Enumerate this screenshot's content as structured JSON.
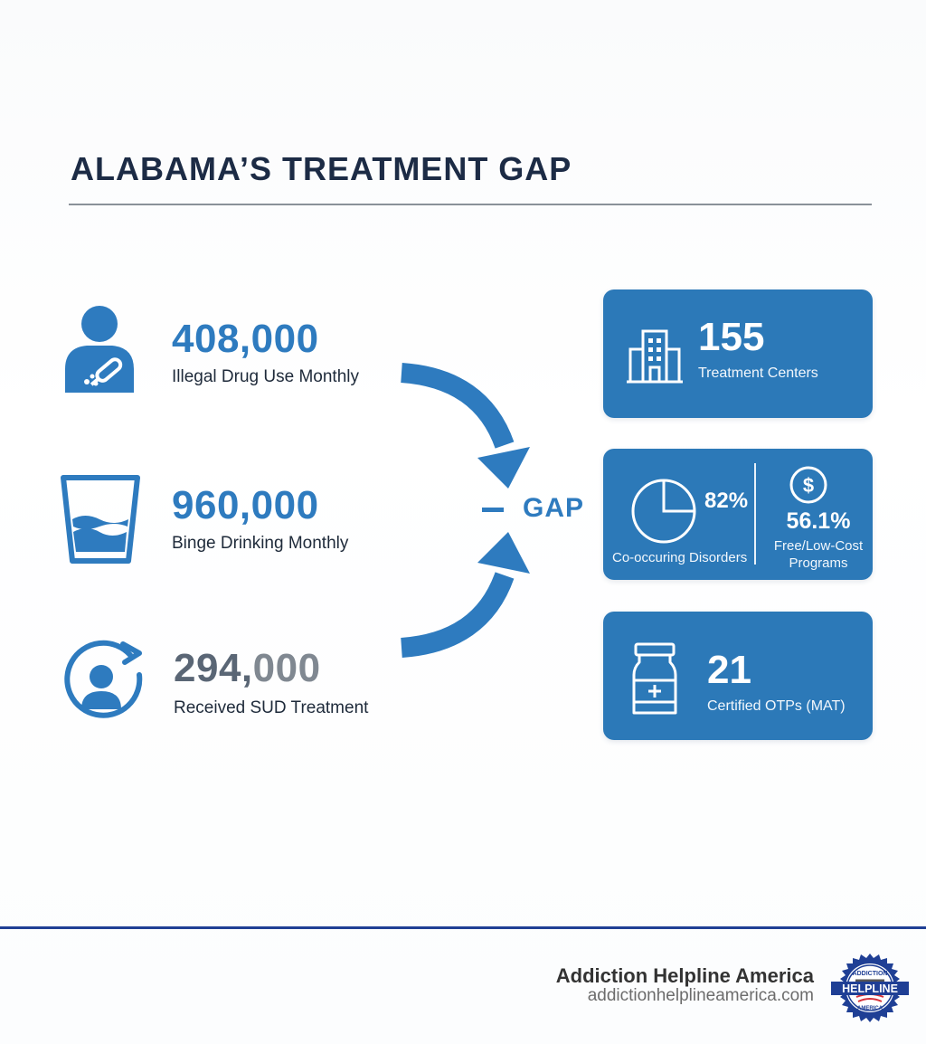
{
  "title": "ALABAMA’S TREATMENT GAP",
  "colors": {
    "title": "#1c2b45",
    "accent_blue": "#2e7bbf",
    "card_blue": "#2c79b8",
    "muted_gray": "#5a6675",
    "footer_rule": "#1f3f95"
  },
  "left_stats": [
    {
      "icon": "person-syringe-icon",
      "value": "408,000",
      "label": "Illegal Drug Use Monthly"
    },
    {
      "icon": "glass-water-icon",
      "value": "960,000",
      "label": "Binge Drinking Monthly"
    },
    {
      "icon": "person-cycle-icon",
      "value_main": "294,",
      "value_dim": "000",
      "label": "Received SUD Treatment"
    }
  ],
  "gap": {
    "label": "GAP"
  },
  "cards": [
    {
      "icon": "building-icon",
      "value": "155",
      "label": "Treatment Centers"
    },
    {
      "left": {
        "icon": "pie-chart-icon",
        "value": "82%",
        "label": "Co-occuring Disorders"
      },
      "right": {
        "icon": "dollar-icon",
        "value": "56.1%",
        "label_line1": "Free/Low-Cost",
        "label_line2": "Programs"
      }
    },
    {
      "icon": "medicine-bottle-icon",
      "value": "21",
      "label": "Certified OTPs (MAT)"
    }
  ],
  "footer": {
    "brand_name": "Addiction Helpline America",
    "brand_url": "addictionhelplineamerica.com",
    "badge": {
      "top_text": "ADDICTION",
      "middle_text": "HELPLINE",
      "bottom_text": "AMERICA"
    }
  }
}
